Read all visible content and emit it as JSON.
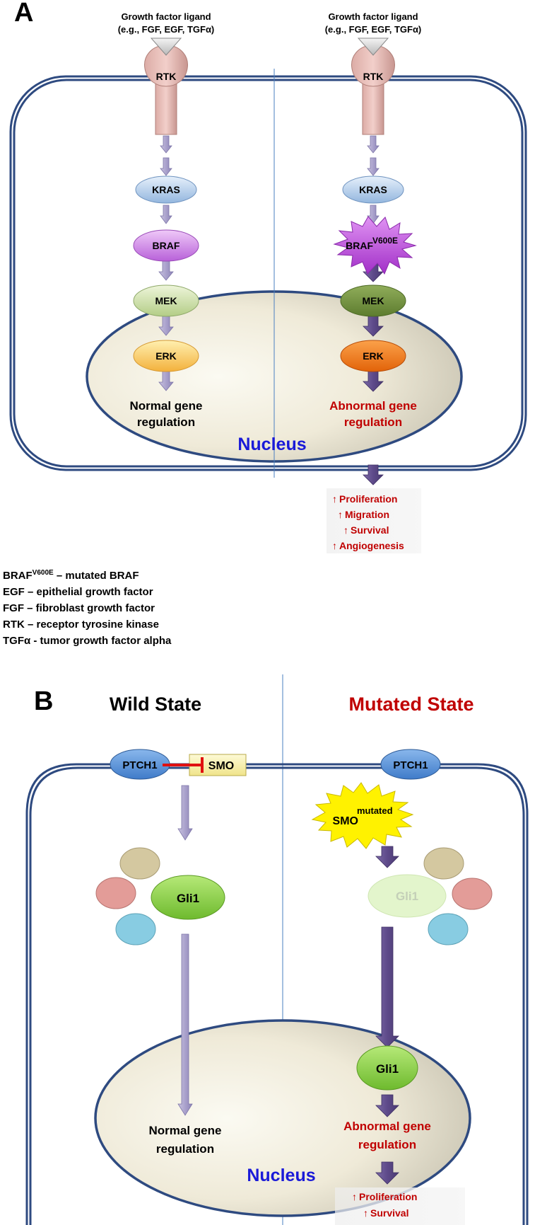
{
  "panel_a": {
    "label": "A",
    "ligand_line1": "Growth factor ligand",
    "ligand_line2": "(e.g., FGF, EGF, TGFα)",
    "receptor": "RTK",
    "left": {
      "kras": "KRAS",
      "braf": "BRAF",
      "mek": "MEK",
      "erk": "ERK",
      "outcome_line1": "Normal gene",
      "outcome_line2": "regulation"
    },
    "right": {
      "kras": "KRAS",
      "braf": "BRAF",
      "braf_superscript": "V600E",
      "mek": "MEK",
      "erk": "ERK",
      "outcome_line1": "Abnormal gene",
      "outcome_line2": "regulation"
    },
    "nucleus": "Nucleus",
    "effects": [
      "Proliferation",
      "Migration",
      "Survival",
      "Angiogenesis"
    ]
  },
  "legend": [
    {
      "term": "BRAF",
      "sup": "V600E",
      "definition": " – mutated BRAF"
    },
    {
      "term": "EGF",
      "sup": "",
      "definition": " – epithelial growth factor"
    },
    {
      "term": "FGF",
      "sup": "",
      "definition": " – fibroblast growth factor"
    },
    {
      "term": "RTK",
      "sup": "",
      "definition": " – receptor tyrosine kinase"
    },
    {
      "term": "TGFα",
      "sup": "",
      "definition": " - tumor growth factor alpha"
    }
  ],
  "panel_b": {
    "label": "B",
    "wild_title": "Wild State",
    "mutated_title": "Mutated State",
    "left": {
      "ptch1": "PTCH1",
      "smo": "SMO",
      "gli1": "Gli1",
      "outcome_line1": "Normal gene",
      "outcome_line2": "regulation"
    },
    "right": {
      "ptch1": "PTCH1",
      "smo": "SMO",
      "smo_superscript": "mutated",
      "gli1_faded": "Gli1",
      "gli1": "Gli1",
      "outcome_line1": "Abnormal gene",
      "outcome_line2": "regulation"
    },
    "nucleus": "Nucleus",
    "effects": [
      "Proliferation",
      "Survival"
    ]
  },
  "colors": {
    "membrane": "#2e4a80",
    "light_arrow": "#aaa2cc",
    "dark_arrow": "#5e4a8a",
    "abnormal_text": "#c00000",
    "nucleus_text": "#1a1ad8"
  }
}
